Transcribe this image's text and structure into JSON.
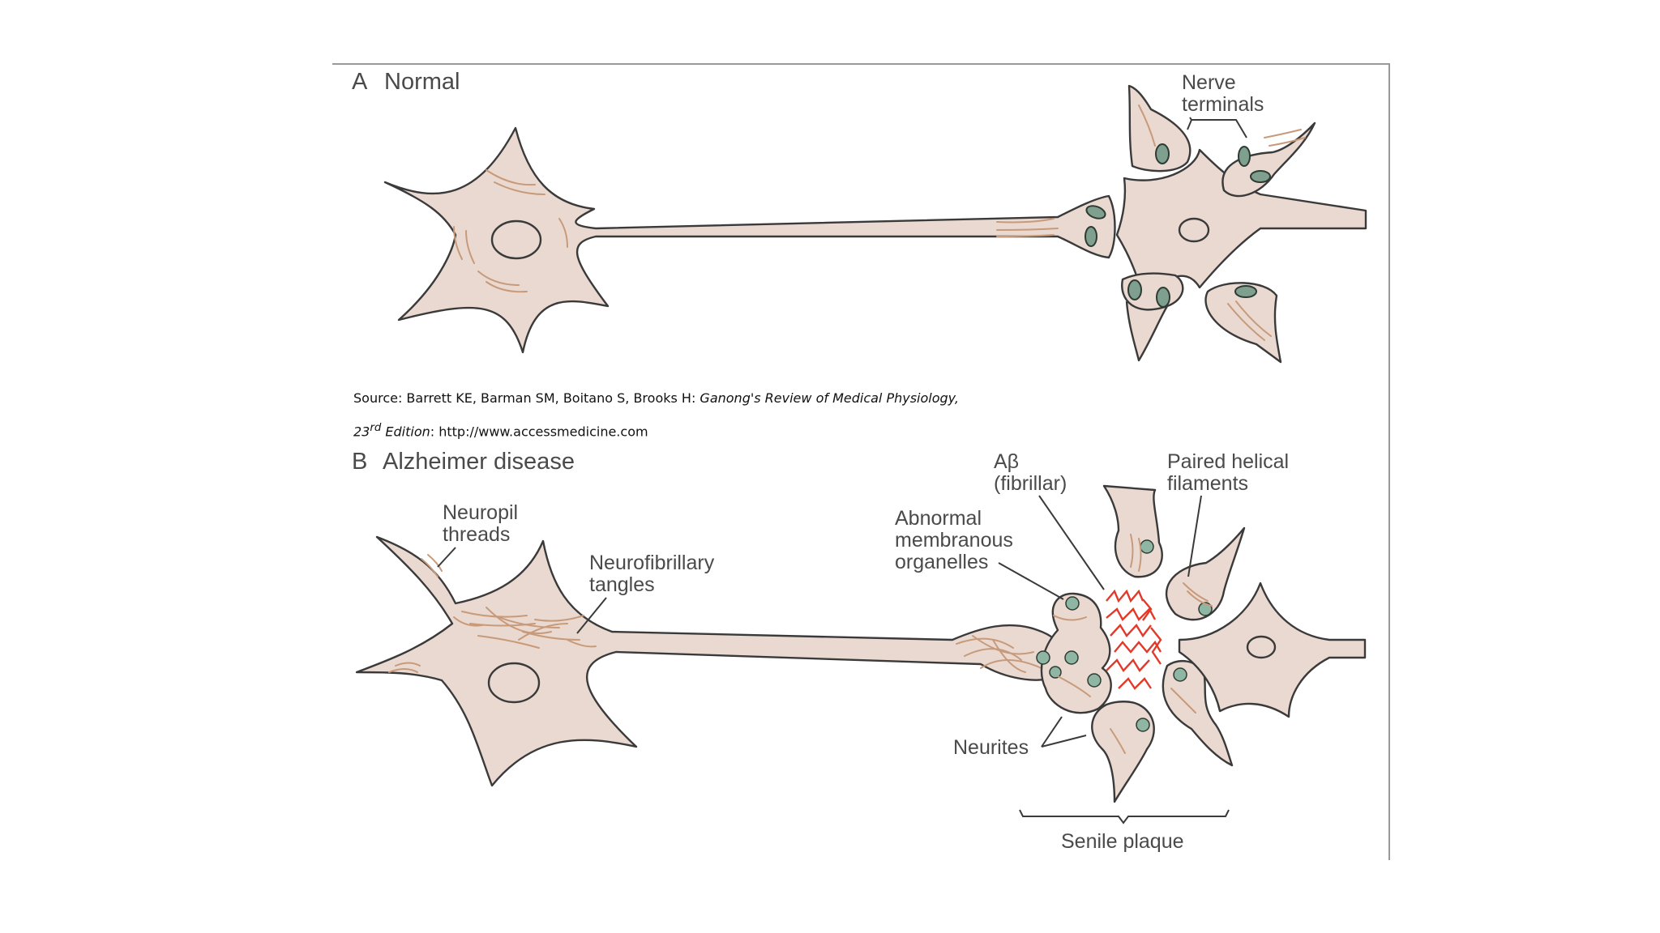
{
  "panel_a": {
    "letter": "A",
    "title": "Normal",
    "label_nerve_1": "Nerve",
    "label_nerve_2": "terminals"
  },
  "panel_b": {
    "letter": "B",
    "title": "Alzheimer disease",
    "neuropil_1": "Neuropil",
    "neuropil_2": "threads",
    "neurofib_1": "Neurofibrillary",
    "neurofib_2": "tangles",
    "abeta_1": "Aβ",
    "abeta_2": "(fibrillar)",
    "abnormal_1": "Abnormal",
    "abnormal_2": "membranous",
    "abnormal_3": "organelles",
    "phf_1": "Paired helical",
    "phf_2": "filaments",
    "neurites": "Neurites",
    "senile": "Senile plaque"
  },
  "source": {
    "prefix": "Source: Barrett KE, Barman SM, Boitano S, Brooks H: ",
    "book": "Ganong's Review of Medical Physiology,",
    "edition_num": "23",
    "edition_sup": "rd",
    "edition_word": " Edition",
    "url_text": ": http://www.accessmedicine.com"
  }
}
